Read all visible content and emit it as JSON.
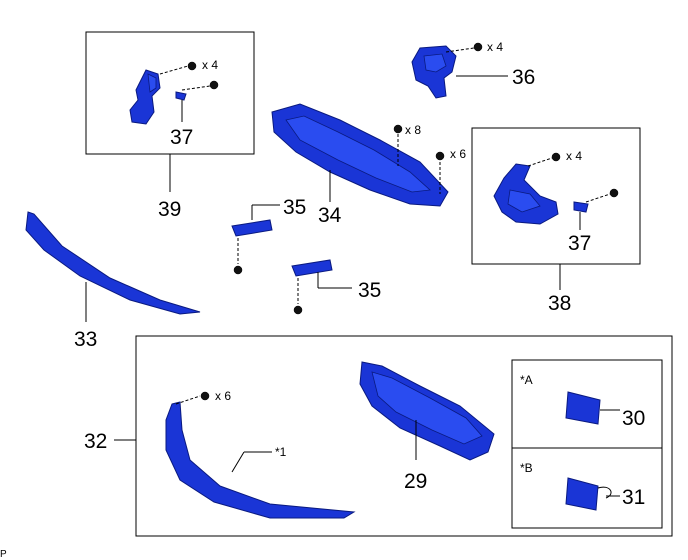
{
  "labels": {
    "p29": "29",
    "p30": "30",
    "p31": "31",
    "p32": "32",
    "p33": "33",
    "p34": "34",
    "p35a": "35",
    "p35b": "35",
    "p36": "36",
    "p37a": "37",
    "p37b": "37",
    "p38": "38",
    "p39": "39",
    "star1": "*1",
    "starA": "*A",
    "starB": "*B",
    "corner": "P"
  },
  "quantities": {
    "q39": "x 4",
    "q36": "x 4",
    "q34a": "x 8",
    "q34b": "x 6",
    "q38": "x 4",
    "q32": "x 6"
  },
  "colors": {
    "part_fill": "#1a35d6",
    "part_highlight": "#2a4cf0",
    "line": "#000000"
  }
}
